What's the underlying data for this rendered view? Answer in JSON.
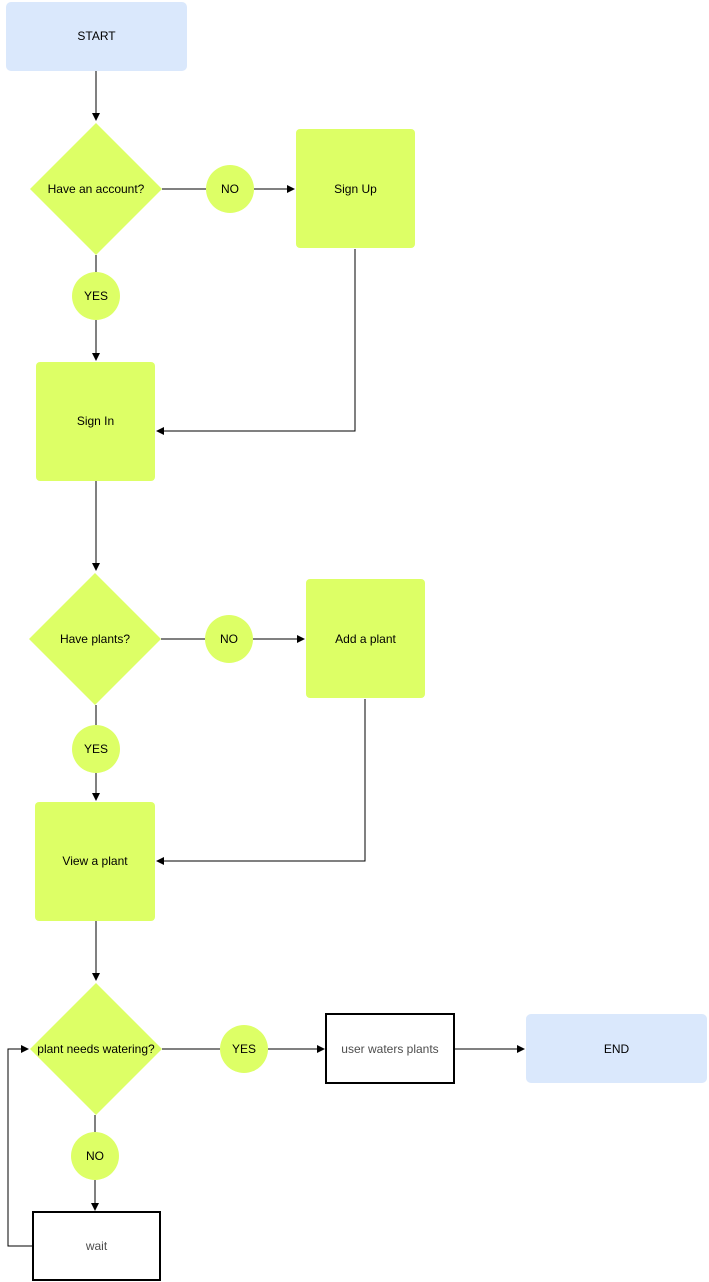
{
  "diagram": {
    "nodes": {
      "start": "START",
      "have_account": "Have an account?",
      "no_account": "NO",
      "sign_up": "Sign Up",
      "yes_account": "YES",
      "sign_in": "Sign In",
      "have_plants": "Have plants?",
      "no_plants": "NO",
      "add_plant": "Add a plant",
      "yes_plants": "YES",
      "view_plant": "View a plant",
      "needs_watering": "plant needs watering?",
      "yes_water": "YES",
      "user_waters": "user waters plants",
      "end": "END",
      "no_water": "NO",
      "wait": "wait"
    },
    "colors": {
      "terminal_fill": "#dae8fc",
      "step_fill": "#ddff66",
      "plain_box_fill": "#ffffff",
      "edge": "#000000"
    }
  }
}
